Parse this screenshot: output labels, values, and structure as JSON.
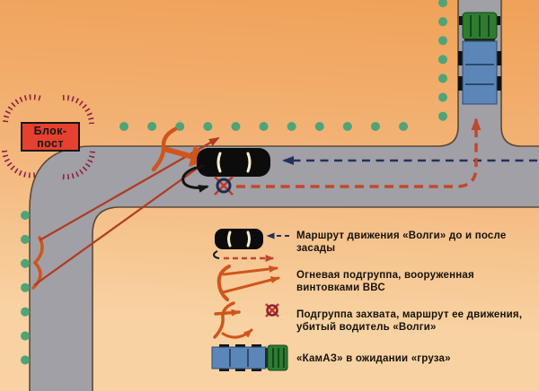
{
  "checkpoint": {
    "line1": "Блок-",
    "line2": "пост"
  },
  "legend": {
    "items": [
      {
        "id": "volga-route",
        "label": "Маршрут движения «Волги» до и после засады"
      },
      {
        "id": "fire-subgroup",
        "label": "Огневая подгруппа, вооруженная винтовками ВВС"
      },
      {
        "id": "capture-subgroup",
        "label": "Подгруппа захвата, маршрут ее движения, убитый водитель «Волги»"
      },
      {
        "id": "kamaz-waiting",
        "label": "«КамАЗ» в ожидании «груза»"
      }
    ]
  },
  "colors": {
    "bg_top": "#efa257",
    "bg_mid": "#f3b377",
    "bg_bottom": "#f8d2a2",
    "road": "#a0a0a6",
    "road_edge": "#5d4a35",
    "tree": "#4fa477",
    "sign_bg": "#e6402e",
    "sign_border": "#161616",
    "sign_text": "#161616",
    "entrench": "#8e2040",
    "arrow_orange": "#d0551d",
    "fire_line": "#b13a22",
    "route_red": "#c0482f",
    "route_navy": "#25305c",
    "car_body": "#0c0c0c",
    "car_window": "#f4eecb",
    "truck_cab": "#2d7c30",
    "truck_cab_dark": "#15461a",
    "truck_body": "#5d86b8",
    "truck_body_dark": "#2b4a70",
    "wheel": "#111111",
    "kill_x": "#c43726",
    "kill_ring": "#1c2c52",
    "text": "#17120c"
  }
}
